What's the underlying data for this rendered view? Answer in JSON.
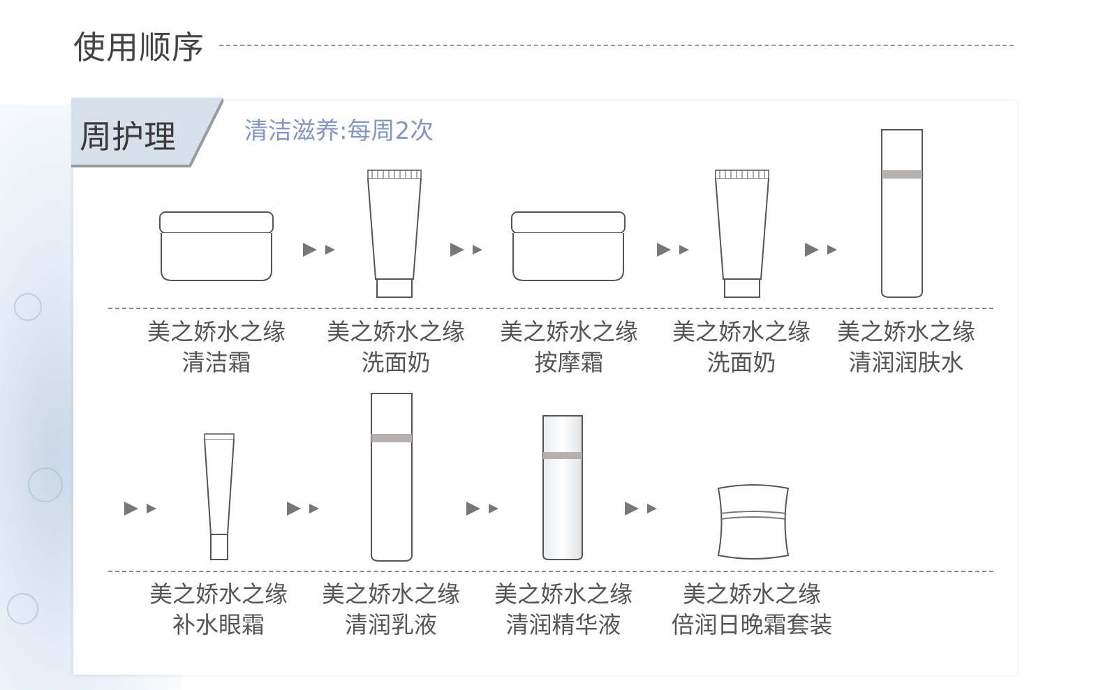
{
  "header": {
    "title": "使用顺序"
  },
  "section": {
    "badge": "周护理",
    "subtitle": "清洁滋养:每周2次"
  },
  "steps": [
    {
      "brand": "美之娇水之缘",
      "name": "清洁霜",
      "icon": "cream-jar-icon"
    },
    {
      "brand": "美之娇水之缘",
      "name": "洗面奶",
      "icon": "tube-icon"
    },
    {
      "brand": "美之娇水之缘",
      "name": "按摩霜",
      "icon": "cream-jar-icon"
    },
    {
      "brand": "美之娇水之缘",
      "name": "洗面奶",
      "icon": "tube-icon"
    },
    {
      "brand": "美之娇水之缘",
      "name": "清润润肤水",
      "icon": "toner-bottle-icon"
    },
    {
      "brand": "美之娇水之缘",
      "name": "补水眼霜",
      "icon": "eye-cream-tube-icon"
    },
    {
      "brand": "美之娇水之缘",
      "name": "清润乳液",
      "icon": "lotion-bottle-icon"
    },
    {
      "brand": "美之娇水之缘",
      "name": "清润精华液",
      "icon": "serum-bottle-icon"
    },
    {
      "brand": "美之娇水之缘",
      "name": "倍润日晚霜套装",
      "icon": "cream-pot-icon"
    }
  ],
  "colors": {
    "subtitle": "#8497c4",
    "badge": "#d6e1ec"
  }
}
